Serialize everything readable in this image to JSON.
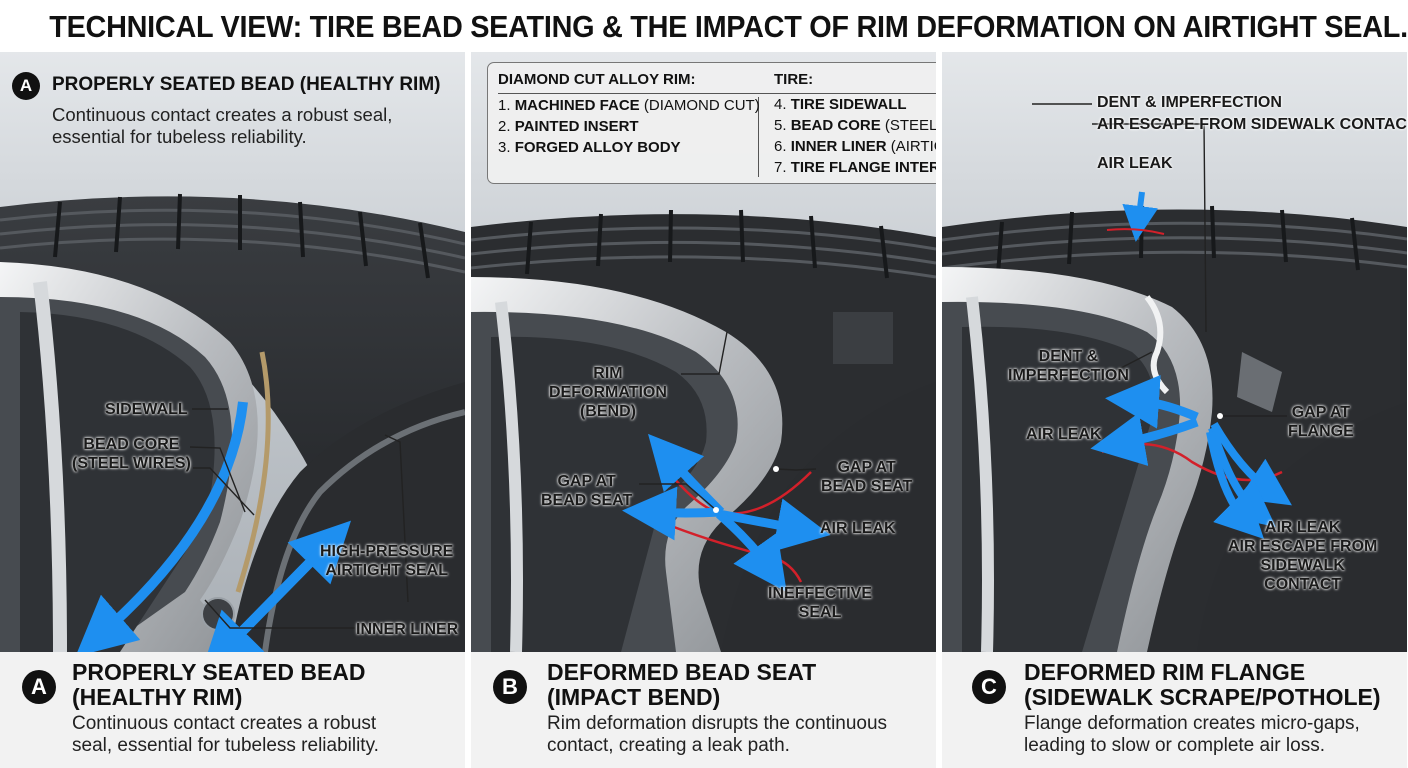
{
  "title": "TECHNICAL VIEW: TIRE BEAD SEATING & THE IMPACT OF RIM DEFORMATION ON AIRTIGHT SEAL.",
  "colors": {
    "air_flow": "#1e8ff0",
    "leak_outline": "#d3202a",
    "background": "#c9ced3",
    "tire": "#2b2d30",
    "rim": "#b9bcc0"
  },
  "legend": {
    "rim_header": "DIAMOND CUT ALLOY RIM:",
    "tire_header": "TIRE:",
    "rim_items": [
      {
        "num": "1.",
        "name": "MACHINED FACE",
        "note": "(DIAMOND CUT)"
      },
      {
        "num": "2.",
        "name": "PAINTED INSERT",
        "note": ""
      },
      {
        "num": "3.",
        "name": "FORGED ALLOY BODY",
        "note": ""
      }
    ],
    "tire_items": [
      {
        "num": "4.",
        "name": "TIRE SIDEWALL",
        "note": ""
      },
      {
        "num": "5.",
        "name": "BEAD CORE",
        "note": "(STEEL WIRES)"
      },
      {
        "num": "6.",
        "name": "INNER LINER",
        "note": "(AIRTIGHT BARRIER)"
      },
      {
        "num": "7.",
        "name": "TIRE FLANGE INTERFACE",
        "note": ""
      }
    ]
  },
  "panels": {
    "a": {
      "top_badge": "A",
      "top_heading": "PROPERLY SEATED BEAD (HEALTHY RIM)",
      "top_desc": [
        "Continuous contact creates a robust seal,",
        "essential for tubeless reliability."
      ],
      "labels": {
        "sidewall": "SIDEWALL",
        "bead_core": [
          "BEAD CORE",
          "(STEEL WIRES)"
        ],
        "seal": [
          "HIGH-PRESSURE",
          "AIRTIGHT SEAL"
        ],
        "inner_liner": "INNER LINER"
      },
      "badge": "A",
      "heading": [
        "PROPERLY SEATED BEAD",
        "(HEALTHY RIM)"
      ],
      "desc": [
        "Continuous contact creates a robust",
        "seal, essential for tubeless reliability."
      ]
    },
    "b": {
      "labels": {
        "rim_deformation": [
          "RIM",
          "DEFORMATION",
          "(BEND)"
        ],
        "gap_left": [
          "GAP AT",
          "BEAD SEAT"
        ],
        "gap_right": [
          "GAP AT",
          "BEAD SEAT"
        ],
        "air_leak": "AIR LEAK",
        "ineffective": [
          "INEFFECTIVE",
          "SEAL"
        ]
      },
      "badge": "B",
      "heading": [
        "DEFORMED BEAD SEAT",
        "(IMPACT BEND)"
      ],
      "desc": [
        "Rim deformation disrupts the continuous",
        "contact, creating a leak path."
      ]
    },
    "c": {
      "labels": {
        "dent_top": "DENT & IMPERFECTION",
        "escape_top": "AIR ESCAPE FROM SIDEWALK CONTACT",
        "air_leak_top": "AIR LEAK",
        "dent": [
          "DENT &",
          "IMPERFECTION"
        ],
        "air_leak_left": "AIR LEAK",
        "gap_flange": [
          "GAP AT",
          "FLANGE"
        ],
        "air_leak_bottom": [
          "AIR LEAK",
          "AIR ESCAPE FROM",
          "SIDEWALK",
          "CONTACT"
        ]
      },
      "badge": "C",
      "heading": [
        "DEFORMED RIM FLANGE",
        "(SIDEWALK SCRAPE/POTHOLE)"
      ],
      "desc": [
        "Flange deformation creates micro-gaps,",
        "leading to slow or complete air loss."
      ]
    }
  }
}
